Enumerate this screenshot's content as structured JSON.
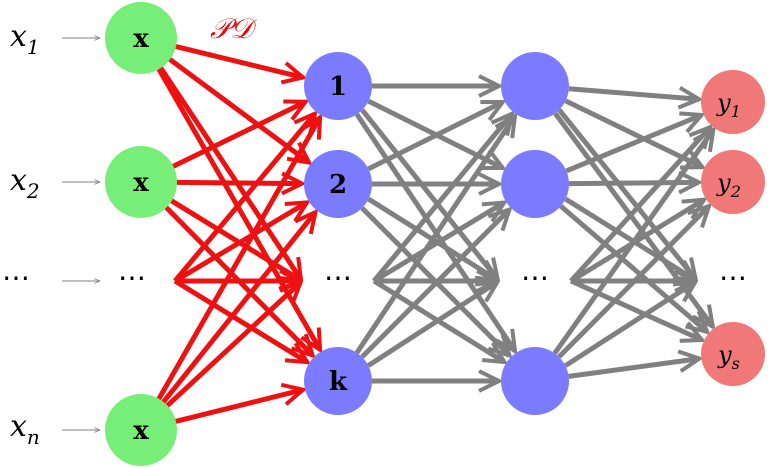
{
  "inputs": [
    {
      "label": "x",
      "sub": "1"
    },
    {
      "label": "x",
      "sub": "2"
    },
    {
      "label": "⋯",
      "sub": ""
    },
    {
      "label": "x",
      "sub": "n"
    }
  ],
  "input_row_ellipsis": "⋯",
  "hidden1": [
    {
      "label": "1"
    },
    {
      "label": "2"
    },
    {
      "label": "⋯"
    },
    {
      "label": "k"
    }
  ],
  "hidden2": [
    {
      "label": ""
    },
    {
      "label": ""
    },
    {
      "label": "⋯"
    },
    {
      "label": ""
    }
  ],
  "outputs": [
    {
      "label": "y",
      "sub": "1"
    },
    {
      "label": "y",
      "sub": "2"
    },
    {
      "label": "⋯",
      "sub": ""
    },
    {
      "label": "y",
      "sub": "s"
    }
  ],
  "edge_annotation": "𝒫𝒟",
  "colors": {
    "input_node": "#77ee77",
    "hidden_node": "#7b7bff",
    "output_node": "#f07878",
    "input_edges": "#ee1111",
    "hidden_edges": "#808080",
    "label_text": "#000000",
    "annotation": "#dd1111"
  }
}
